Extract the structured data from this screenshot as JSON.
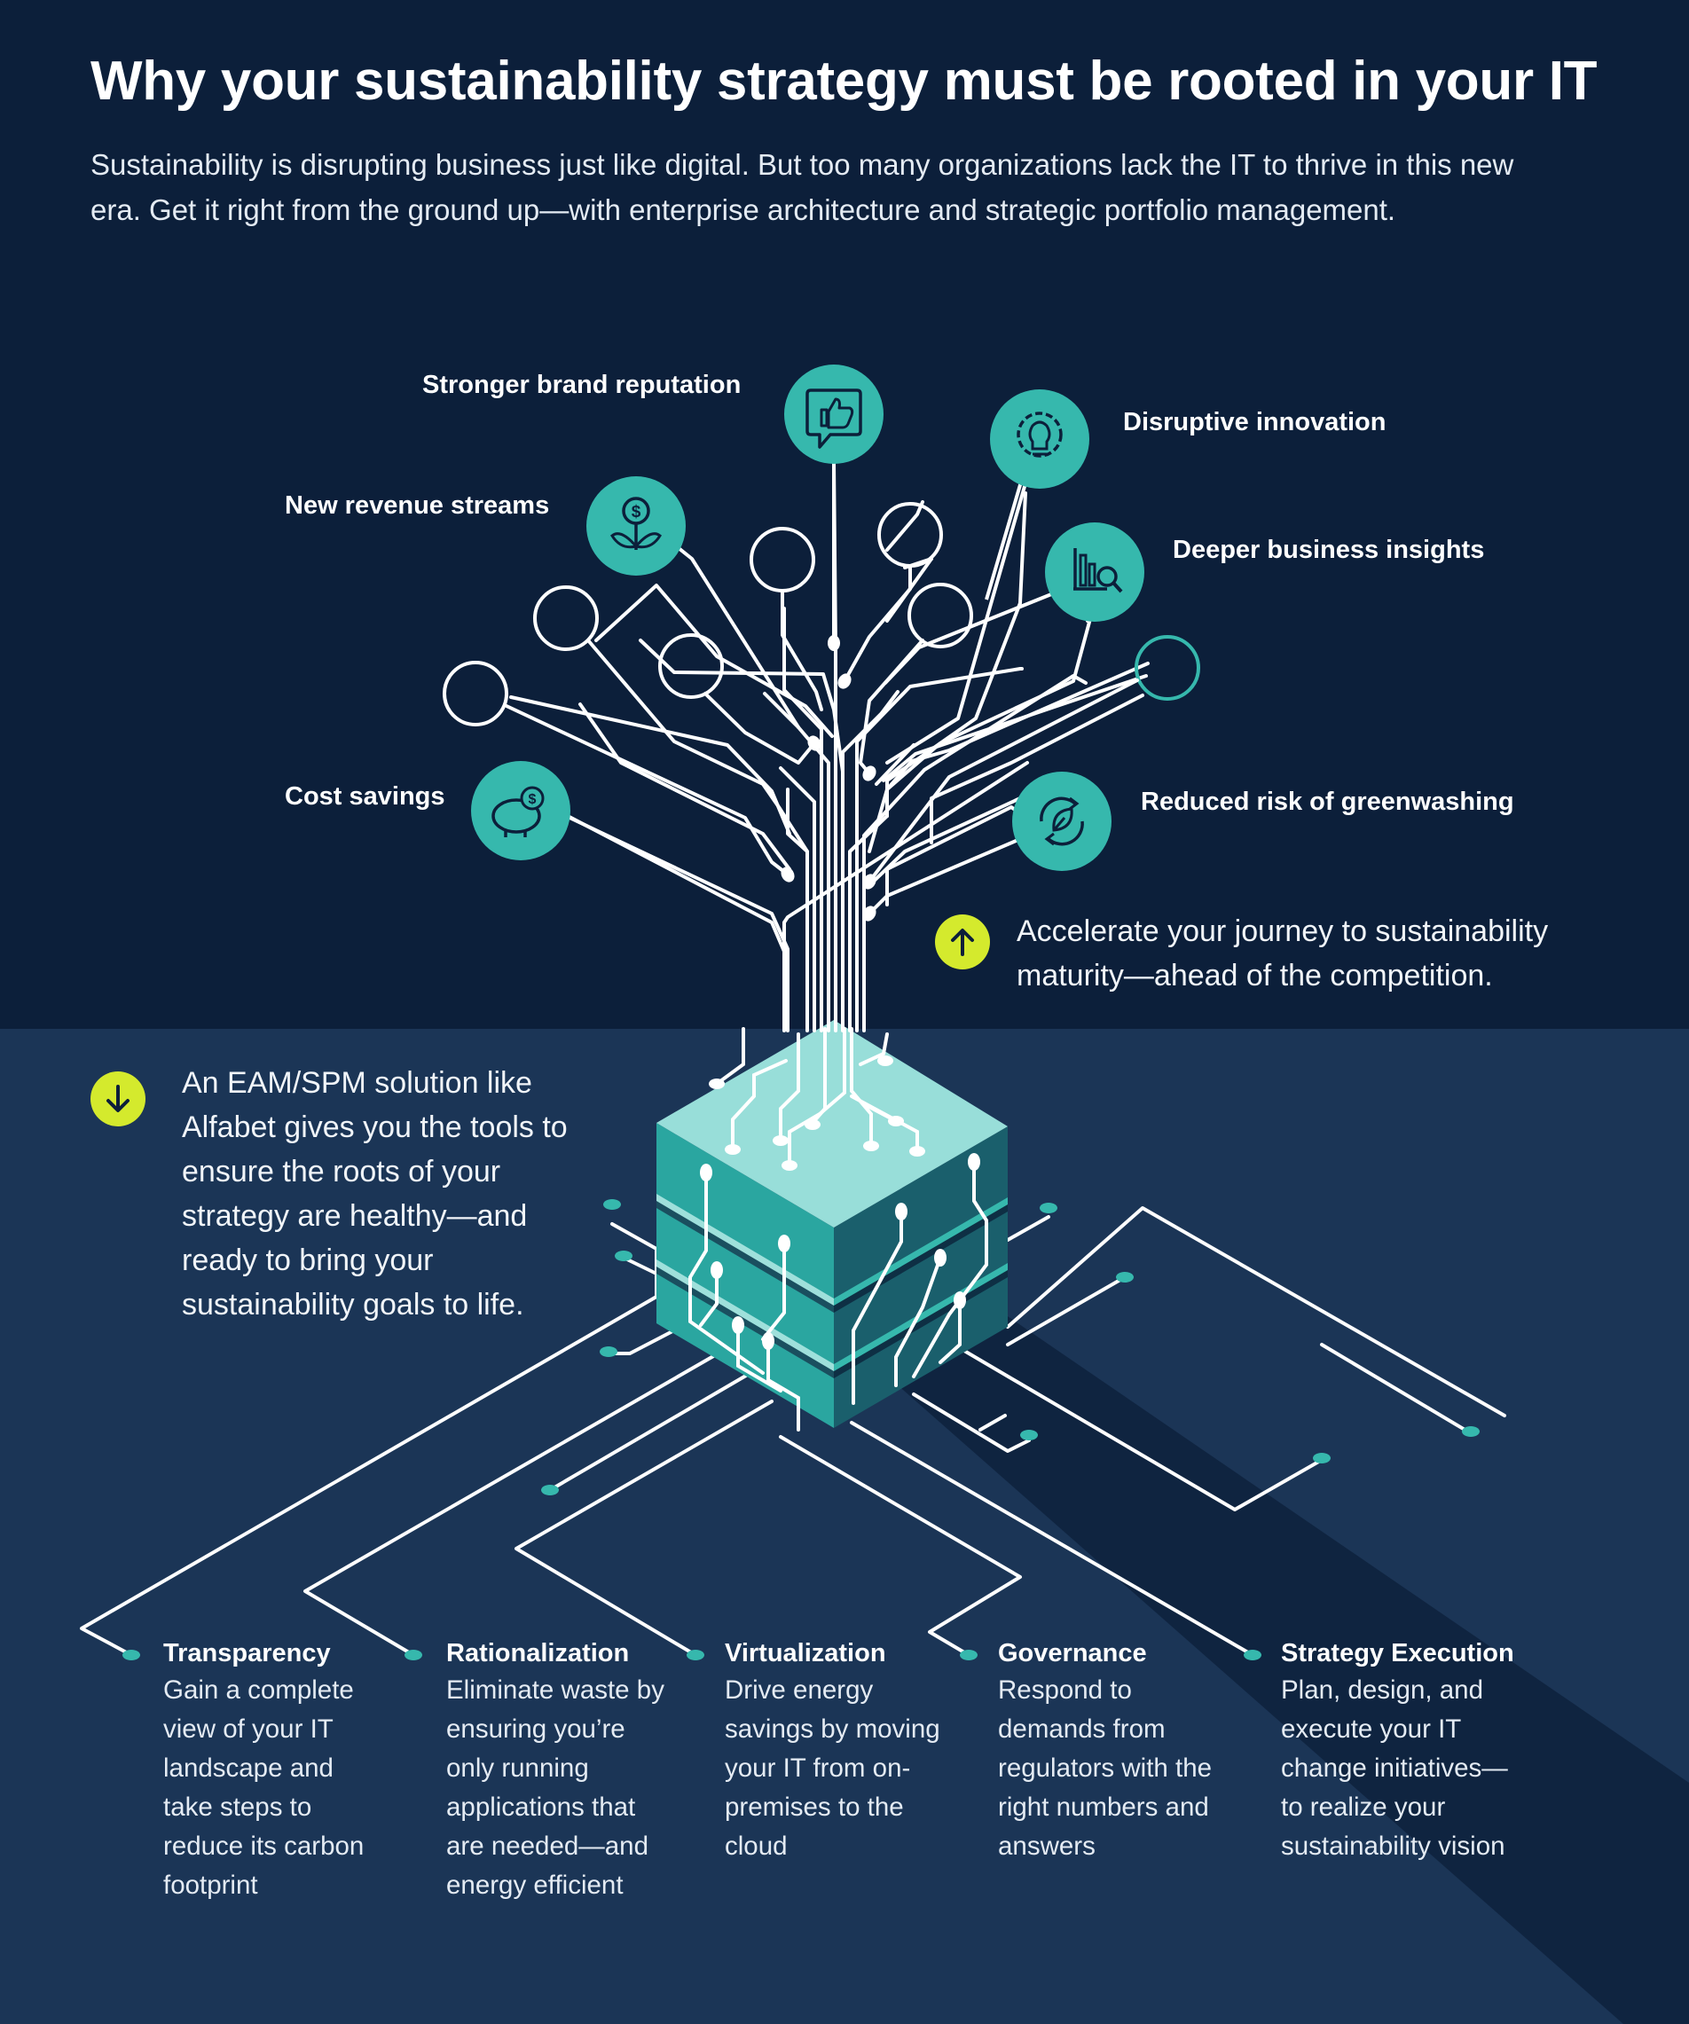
{
  "page": {
    "title": "Why your sustainability strategy must be rooted in your IT",
    "intro": "Sustainability is disrupting business just like digital. But too many organizations lack the IT to thrive in this new era. Get it right from the ground up—with enterprise architecture and strategic portfolio management."
  },
  "benefits": [
    {
      "label": "Stronger brand reputation",
      "icon": "thumbs-up-chat-icon"
    },
    {
      "label": "Disruptive innovation",
      "icon": "lightbulb-gear-icon"
    },
    {
      "label": "New revenue streams",
      "icon": "dollar-plant-icon"
    },
    {
      "label": "Deeper business insights",
      "icon": "chart-magnifier-icon"
    },
    {
      "label": "Cost savings",
      "icon": "piggy-bank-icon"
    },
    {
      "label": "Reduced risk of greenwashing",
      "icon": "leaf-cycle-icon"
    }
  ],
  "callouts": {
    "up": "Accelerate your journey to sustainability maturity—ahead of the competition.",
    "down": "An EAM/SPM solution like Alfabet gives you the tools to ensure the roots of your strategy are healthy—and ready to bring your sustainability goals to life."
  },
  "roots": [
    {
      "title": "Transparency",
      "text": "Gain a complete view of your IT landscape and take steps to reduce its carbon footprint"
    },
    {
      "title": "Rationalization",
      "text": "Eliminate waste by ensuring you’re only running applications that are needed—and energy efficient"
    },
    {
      "title": "Virtualization",
      "text": "Drive energy savings by moving your IT from on-premises to the cloud"
    },
    {
      "title": "Governance",
      "text": "Respond to demands from regulators with the right numbers and answers"
    },
    {
      "title": "Strategy Execution",
      "text": "Plan, design, and execute your IT change initiatives—to realize your sustainability vision"
    }
  ],
  "colors": {
    "top_background": "#0c1f3a",
    "bottom_background": "#1b3556",
    "teal": "#36b8ad",
    "accent_yellow": "#d4ea2d",
    "line": "#ffffff"
  }
}
